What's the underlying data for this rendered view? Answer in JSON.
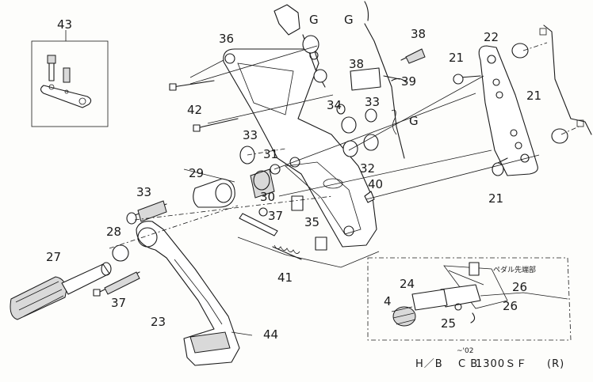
{
  "labels": {
    "p43": "43",
    "p36": "36",
    "pG1": "G",
    "pG2": "G",
    "pG3": "G",
    "p38a": "38",
    "p38b": "38",
    "p39": "39",
    "p22": "22",
    "p21a": "21",
    "p21b": "21",
    "p21c": "21",
    "p42": "42",
    "p34": "34",
    "p33a": "33",
    "p33b": "33",
    "p33c": "33",
    "p31": "31",
    "p32": "32",
    "p29": "29",
    "p30": "30",
    "p37a": "37",
    "p37b": "37",
    "p40": "40",
    "p35": "35",
    "p28": "28",
    "p27": "27",
    "p41": "41",
    "p23": "23",
    "p44": "44",
    "p24": "24",
    "p4": "4",
    "p25": "25",
    "p26a": "26",
    "p26b": "26"
  },
  "inset_note": "ペダル先端部",
  "footer": {
    "left": "H／B",
    "model_prefix": "C B",
    "model": "1300ＳＦ",
    "superscript": "~'02",
    "side": "(R)"
  }
}
